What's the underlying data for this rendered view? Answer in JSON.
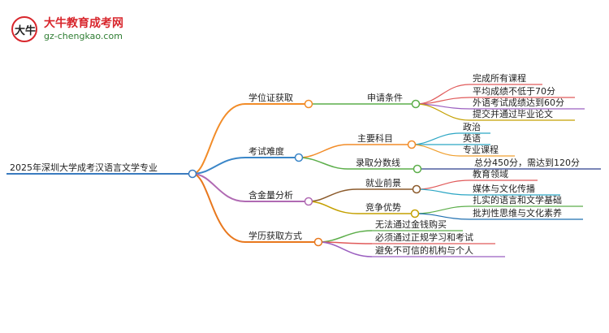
{
  "logo": {
    "title": "大牛教育成考网",
    "url": "gz-chengkao.com",
    "mark": "大牛"
  },
  "colors": {
    "root": "#3a7bbf",
    "b1": "#f28c28",
    "b2": "#3a86c8",
    "b3": "#b06ab3",
    "b4": "#e8781e",
    "leaf_a": "#e05a5a",
    "leaf_b": "#2ca6c4",
    "leaf_c": "#f0a030",
    "leaf_d": "#8b5a2b",
    "leaf_e": "#5cae4a",
    "leaf_f": "#c4a000",
    "leaf_g": "#2c3e8c",
    "leaf_h": "#1f6fb0",
    "leaf_i": "#9b5fc0"
  },
  "mindmap": {
    "root": "2025年深圳大学成考汉语言文学专业",
    "branches": [
      {
        "label": "学位证获取",
        "children": [
          {
            "label": "申请条件",
            "children": [
              "完成所有课程",
              "平均成绩不低于70分",
              "外语考试成绩达到60分",
              "提交并通过毕业论文"
            ]
          }
        ]
      },
      {
        "label": "考试难度",
        "children": [
          {
            "label": "主要科目",
            "children": [
              "政治",
              "英语",
              "专业课程"
            ]
          },
          {
            "label": "录取分数线",
            "children": [
              "总分450分，需达到120分"
            ]
          }
        ]
      },
      {
        "label": "含金量分析",
        "children": [
          {
            "label": "就业前景",
            "children": [
              "教育领域",
              "媒体与文化传播"
            ]
          },
          {
            "label": "竞争优势",
            "children": [
              "扎实的语言和文学基础",
              "批判性思维与文化素养"
            ]
          }
        ]
      },
      {
        "label": "学历获取方式",
        "children": [
          "无法通过金钱购买",
          "必须通过正规学习和考试",
          "避免不可信的机构与个人"
        ]
      }
    ]
  }
}
